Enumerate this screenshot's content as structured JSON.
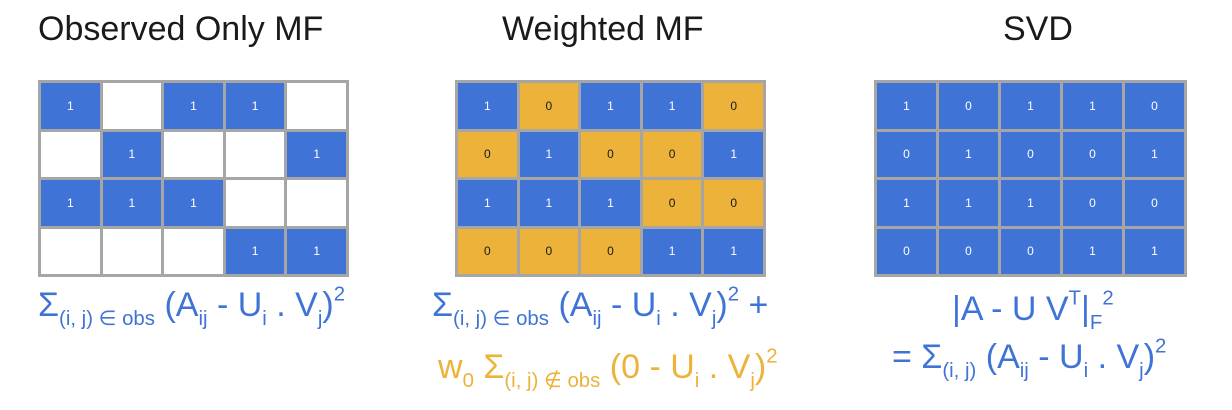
{
  "colors": {
    "observed": "#3f74d6",
    "weighted_zero": "#edb23a",
    "empty": "#ffffff",
    "text_on_blue": "#ffffff",
    "text_on_orange": "#1a1a1a",
    "formula_blue": "#3f74d6",
    "formula_orange": "#edb23a"
  },
  "panels": [
    {
      "title": "Observed Only MF",
      "matrix": [
        [
          "1",
          "",
          "1",
          "1",
          ""
        ],
        [
          "",
          "1",
          "",
          "",
          "1"
        ],
        [
          "1",
          "1",
          "1",
          "",
          ""
        ],
        [
          "",
          "",
          "",
          "1",
          "1"
        ]
      ],
      "cell_types": [
        [
          "obs",
          "empty",
          "obs",
          "obs",
          "empty"
        ],
        [
          "empty",
          "obs",
          "empty",
          "empty",
          "obs"
        ],
        [
          "obs",
          "obs",
          "obs",
          "empty",
          "empty"
        ],
        [
          "empty",
          "empty",
          "empty",
          "obs",
          "obs"
        ]
      ]
    },
    {
      "title": "Weighted MF",
      "matrix": [
        [
          "1",
          "0",
          "1",
          "1",
          "0"
        ],
        [
          "0",
          "1",
          "0",
          "0",
          "1"
        ],
        [
          "1",
          "1",
          "1",
          "0",
          "0"
        ],
        [
          "0",
          "0",
          "0",
          "1",
          "1"
        ]
      ],
      "cell_types": [
        [
          "obs",
          "zero",
          "obs",
          "obs",
          "zero"
        ],
        [
          "zero",
          "obs",
          "zero",
          "zero",
          "obs"
        ],
        [
          "obs",
          "obs",
          "obs",
          "zero",
          "zero"
        ],
        [
          "zero",
          "zero",
          "zero",
          "obs",
          "obs"
        ]
      ]
    },
    {
      "title": "SVD",
      "matrix": [
        [
          "1",
          "0",
          "1",
          "1",
          "0"
        ],
        [
          "0",
          "1",
          "0",
          "0",
          "1"
        ],
        [
          "1",
          "1",
          "1",
          "0",
          "0"
        ],
        [
          "0",
          "0",
          "0",
          "1",
          "1"
        ]
      ],
      "cell_types": [
        [
          "obs",
          "obs",
          "obs",
          "obs",
          "obs"
        ],
        [
          "obs",
          "obs",
          "obs",
          "obs",
          "obs"
        ],
        [
          "obs",
          "obs",
          "obs",
          "obs",
          "obs"
        ],
        [
          "obs",
          "obs",
          "obs",
          "obs",
          "obs"
        ]
      ]
    }
  ],
  "formulas": {
    "observed": {
      "sigma": "Σ",
      "sub": "(i, j) ∈ obs",
      "body_open": "(A",
      "a_sub": "ij",
      "minus_u": " - U",
      "u_sub": "i",
      "dot_v": " . V",
      "v_sub": "j",
      "close": ")",
      "power": "2"
    },
    "weighted_line1": {
      "sigma": "Σ",
      "sub": "(i, j) ∈ obs",
      "body_open": "(A",
      "a_sub": "ij",
      "minus_u": " - U",
      "u_sub": "i",
      "dot_v": " . V",
      "v_sub": "j",
      "close": ")",
      "power": "2",
      "plus": " +"
    },
    "weighted_line2": {
      "w": "w",
      "w_sub": "0",
      "sigma": "Σ",
      "sub": "(i, j) ∉ obs",
      "body_open": "(0 - U",
      "u_sub": "i",
      "dot_v": " . V",
      "v_sub": "j",
      "close": ")",
      "power": "2"
    },
    "svd_line1": {
      "open": "|A - U V",
      "t_sup": "T",
      "close": "|",
      "f_sub": "F",
      "power": "2"
    },
    "svd_line2": {
      "eq_sigma": "= Σ",
      "sub": "(i, j)",
      "body_open": " (A",
      "a_sub": "ij",
      "minus_u": " - U",
      "u_sub": "i",
      "dot_v": " . V",
      "v_sub": "j",
      "close": ")",
      "power": "2"
    }
  }
}
